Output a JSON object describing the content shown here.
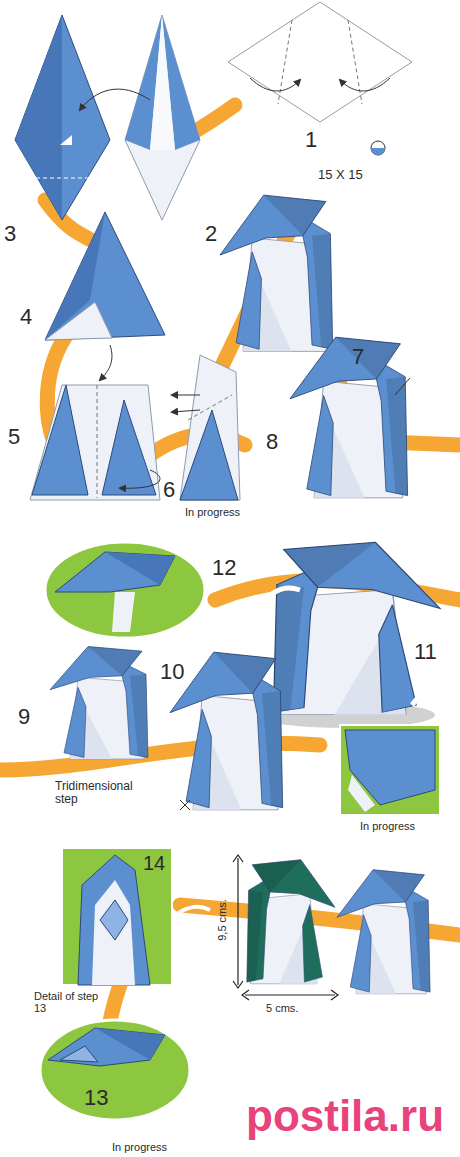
{
  "diagram": {
    "labels": [
      "1",
      "15 X 15",
      "2",
      "3",
      "4",
      "7",
      "5",
      "6",
      "In progress",
      "8",
      "12",
      "11",
      "9",
      "10",
      "In progress",
      "Tridimensional step",
      "14",
      "9,5 cms.",
      "Detail of step 13",
      "5 cms.",
      "13",
      "In progress",
      "postila.ru"
    ]
  }
}
